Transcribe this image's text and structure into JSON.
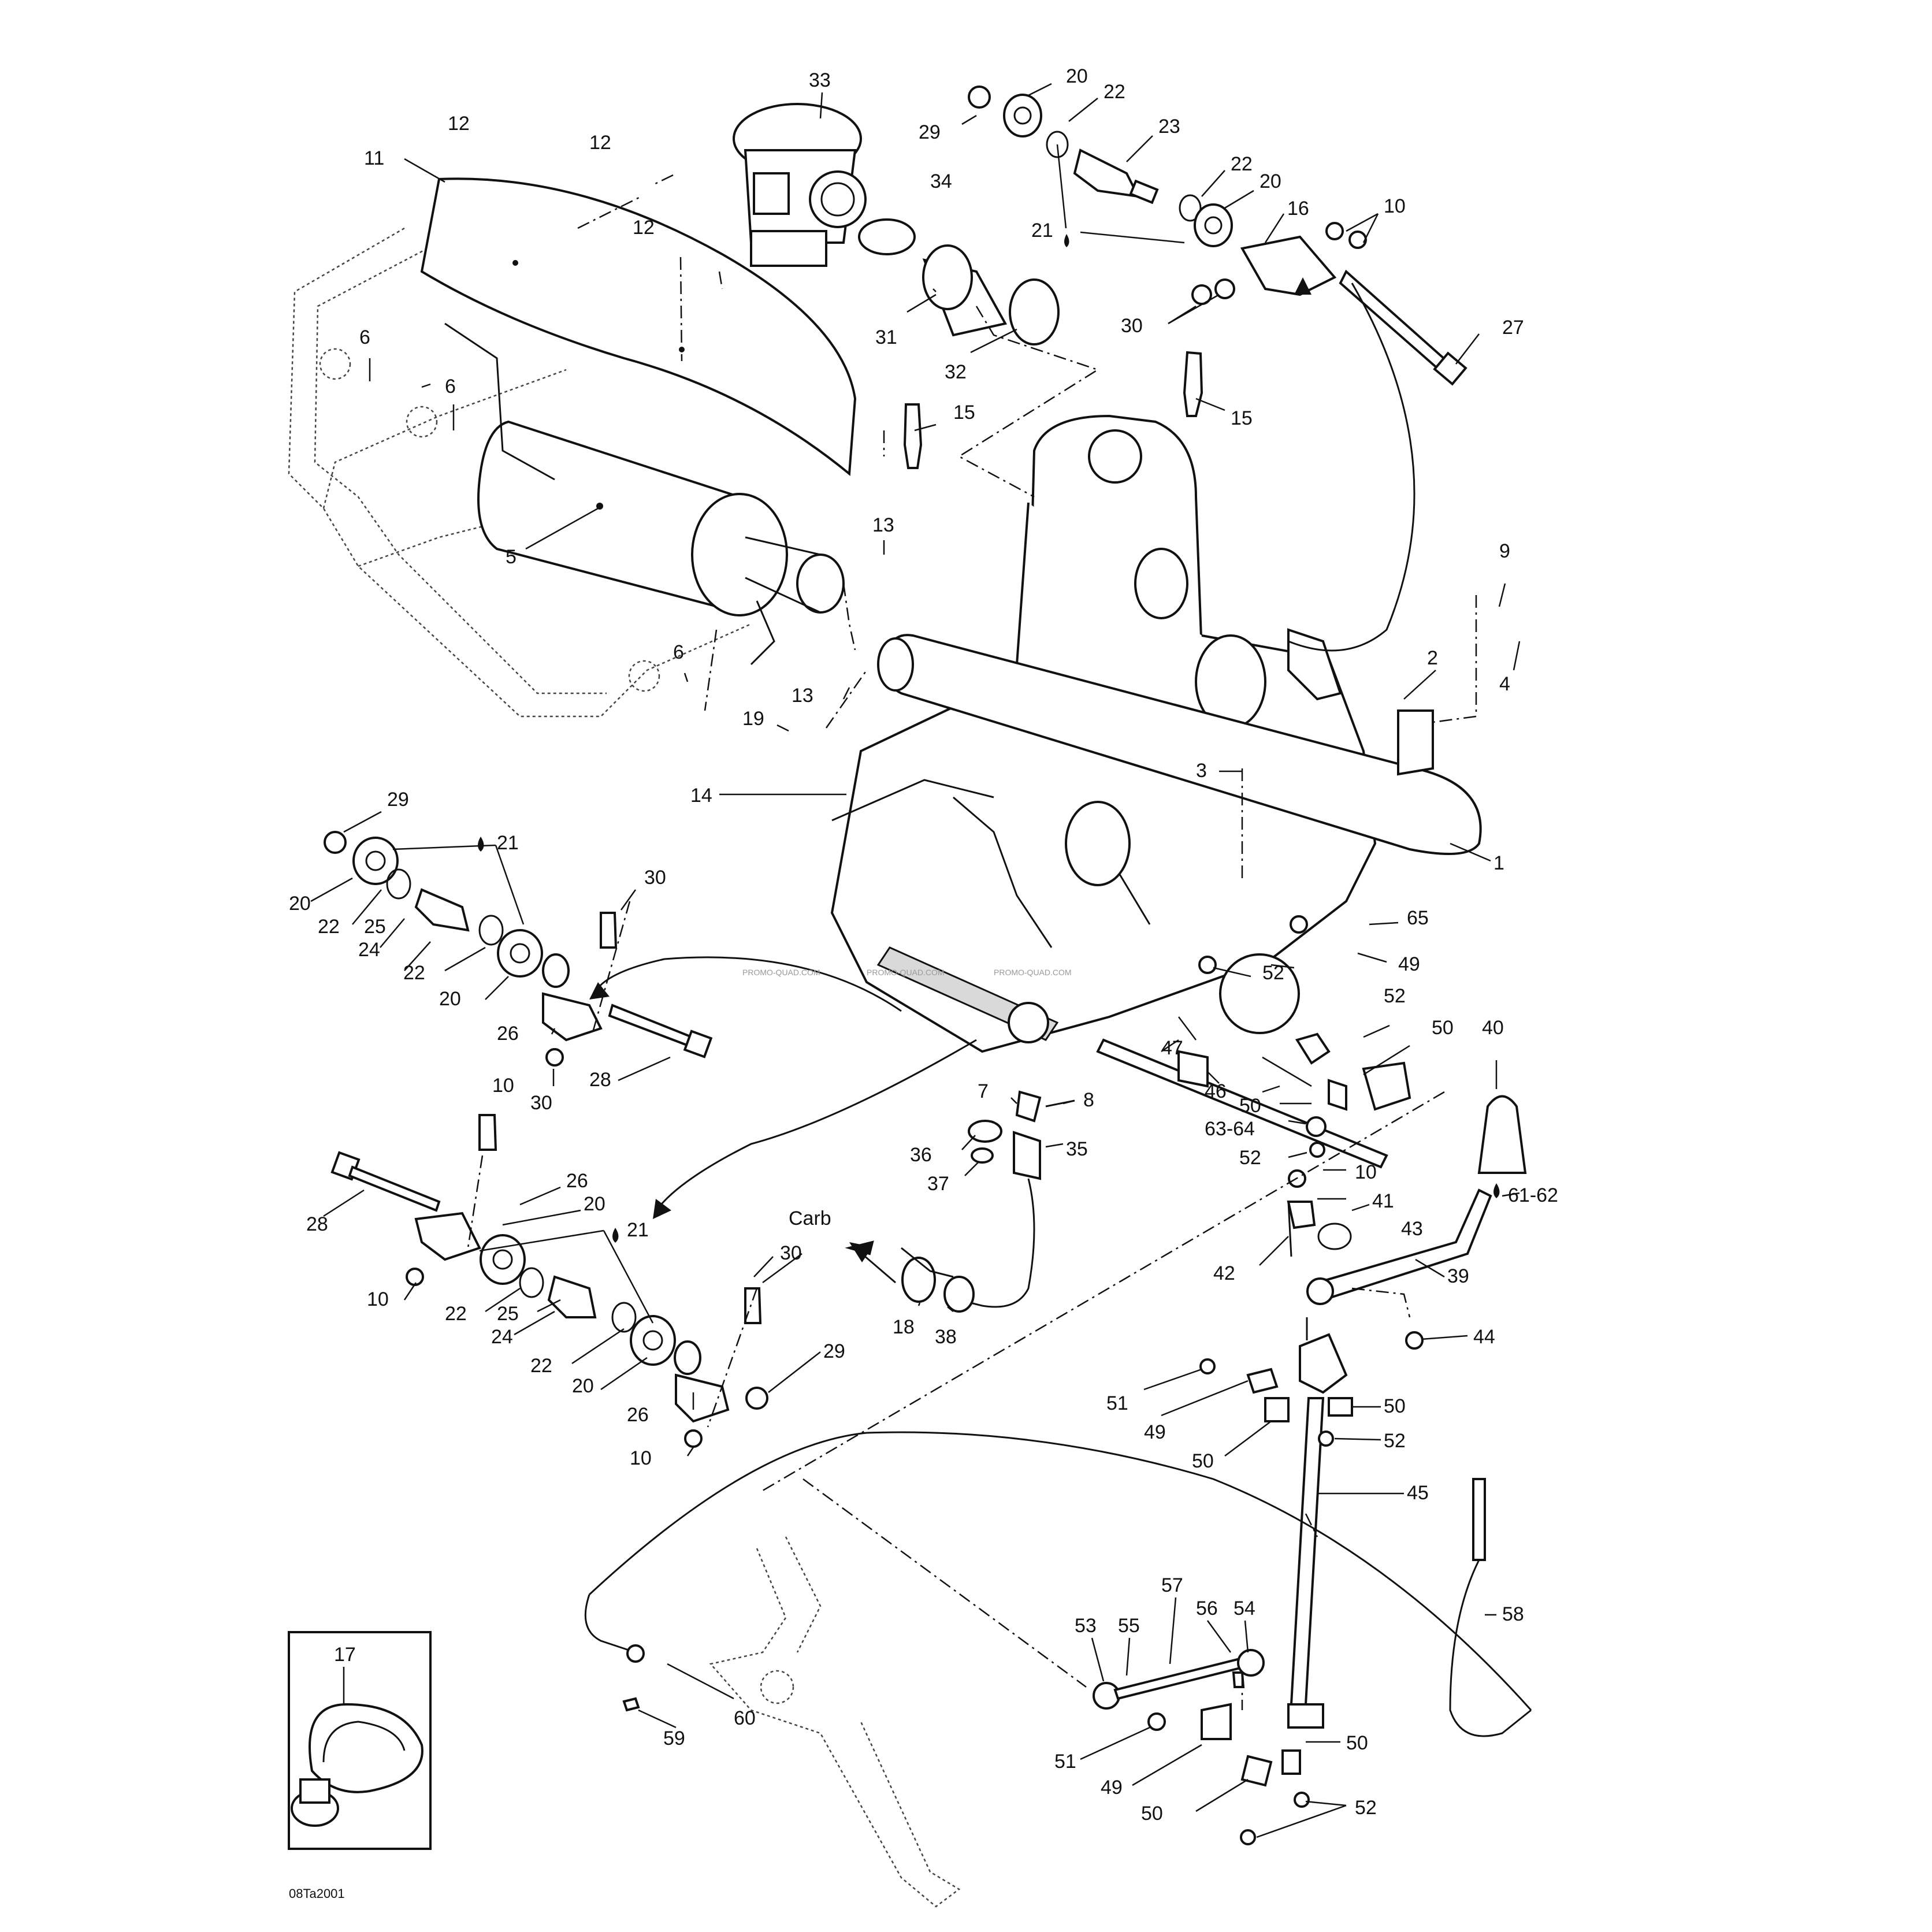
{
  "drawing_code": "08Ta2001",
  "watermark": "PROMO-QUAD.COM",
  "annotation_carb": "Carb",
  "inset_label": "17",
  "labels": {
    "l33": "33",
    "l20a": "20",
    "l22a": "22",
    "l29a": "29",
    "l23": "23",
    "l22b": "22",
    "l20b": "20",
    "l12a": "12",
    "l12b": "12",
    "l11": "11",
    "l34": "34",
    "l16": "16",
    "l10a": "10",
    "l21a": "21",
    "l12c": "12",
    "l30a": "30",
    "l27": "27",
    "l31": "31",
    "l32": "32",
    "l6a": "6",
    "l6b": "6",
    "l15a": "15",
    "l15b": "15",
    "l5": "5",
    "l13a": "13",
    "l9": "9",
    "l2": "2",
    "l4": "4",
    "l6c": "6",
    "l13b": "13",
    "l19": "19",
    "l14": "14",
    "l3": "3",
    "l1": "1",
    "l29b": "29",
    "l21b": "21",
    "l20c": "20",
    "l22c": "22",
    "l25a": "25",
    "l24a": "24",
    "l30b": "30",
    "l22d": "22",
    "l20d": "20",
    "l26a": "26",
    "l28a": "28",
    "l10b": "10",
    "l65": "65",
    "l49a": "49",
    "l52a": "52",
    "l52b": "52",
    "l50a": "50",
    "l40": "40",
    "l47": "47",
    "l46": "46",
    "l50b": "50",
    "l7": "7",
    "l8": "8",
    "l63": "63-64",
    "l52c": "52",
    "l36": "36",
    "l35": "35",
    "l37": "37",
    "l10c": "10",
    "l61": "61-62",
    "l30c": "30",
    "l26b": "26",
    "l20e": "20",
    "l41": "41",
    "l43": "43",
    "l28b": "28",
    "l21c": "21",
    "l42": "42",
    "l39": "39",
    "l10d": "10",
    "l22e": "22",
    "l25b": "25",
    "l24b": "24",
    "l18": "18",
    "l38": "38",
    "l30d": "30",
    "l44": "44",
    "l22f": "22",
    "l29c": "29",
    "l20f": "20",
    "l26c": "26",
    "l10e": "10",
    "l51a": "51",
    "l50c": "50",
    "l49b": "49",
    "l52d": "52",
    "l50d": "50",
    "l45": "45",
    "l58": "58",
    "l57": "57",
    "l56": "56",
    "l54": "54",
    "l53": "53",
    "l55": "55",
    "l60": "60",
    "l59": "59",
    "l51b": "51",
    "l50e": "50",
    "l49c": "49",
    "l50f": "50",
    "l52e": "52"
  }
}
